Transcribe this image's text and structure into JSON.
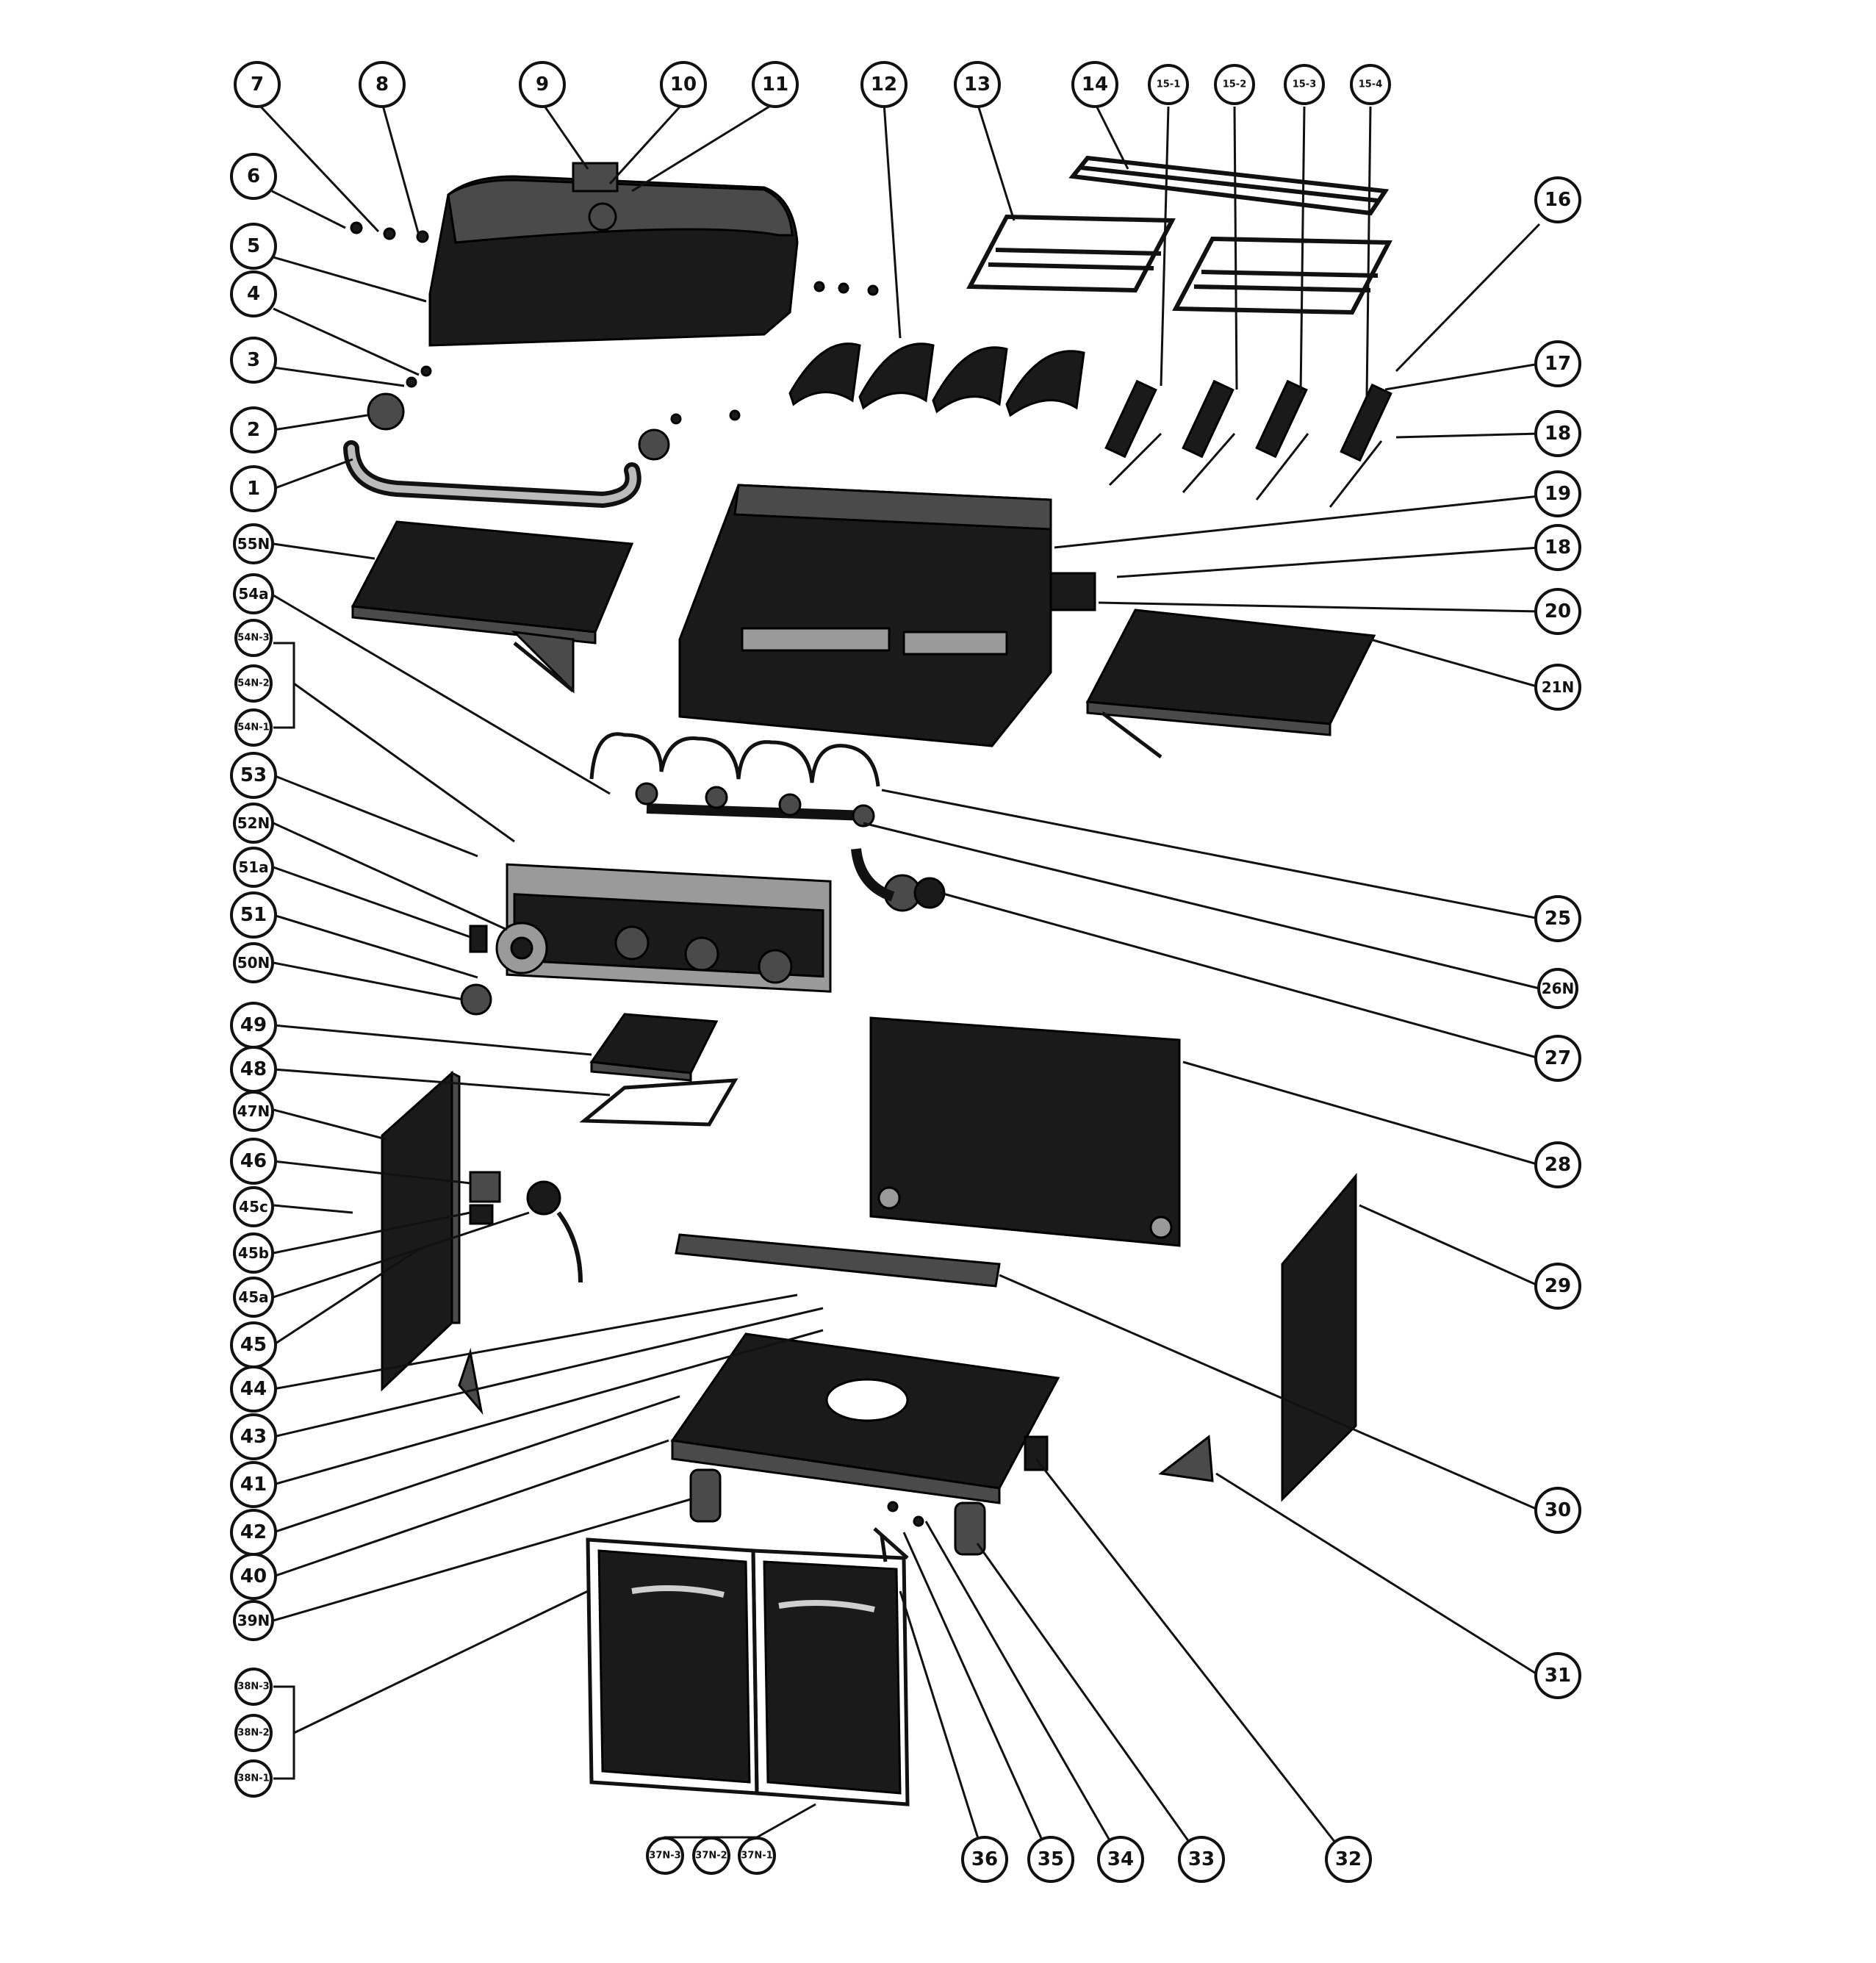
{
  "diagram": {
    "callouts": [
      "7",
      "8",
      "9",
      "10",
      "11",
      "12",
      "13",
      "14",
      "15-1",
      "15-2",
      "15-3",
      "15-4",
      "6",
      "5",
      "4",
      "3",
      "2",
      "1",
      "16",
      "17",
      "18",
      "19",
      "18",
      "20",
      "21N",
      "55N",
      "54a",
      "54N-3",
      "54N-2",
      "54N-1",
      "53",
      "52N",
      "51a",
      "51",
      "50N",
      "25",
      "26N",
      "27",
      "49",
      "48",
      "47N",
      "46",
      "45c",
      "45b",
      "45a",
      "45",
      "44",
      "43",
      "41",
      "42",
      "40",
      "39N",
      "28",
      "29",
      "30",
      "31",
      "38N-3",
      "38N-2",
      "38N-1",
      "37N-3",
      "37N-2",
      "37N-1",
      "36",
      "35",
      "34",
      "33",
      "32"
    ],
    "legend_title": "",
    "parts": [
      "lid",
      "grates",
      "warming-rack",
      "heat-shields",
      "burners",
      "firebox",
      "left-side-shelf",
      "right-side-shelf",
      "manifold",
      "control-panel",
      "drip-tray",
      "back-panel",
      "side-panels",
      "cart-bottom",
      "doors",
      "casters"
    ]
  }
}
